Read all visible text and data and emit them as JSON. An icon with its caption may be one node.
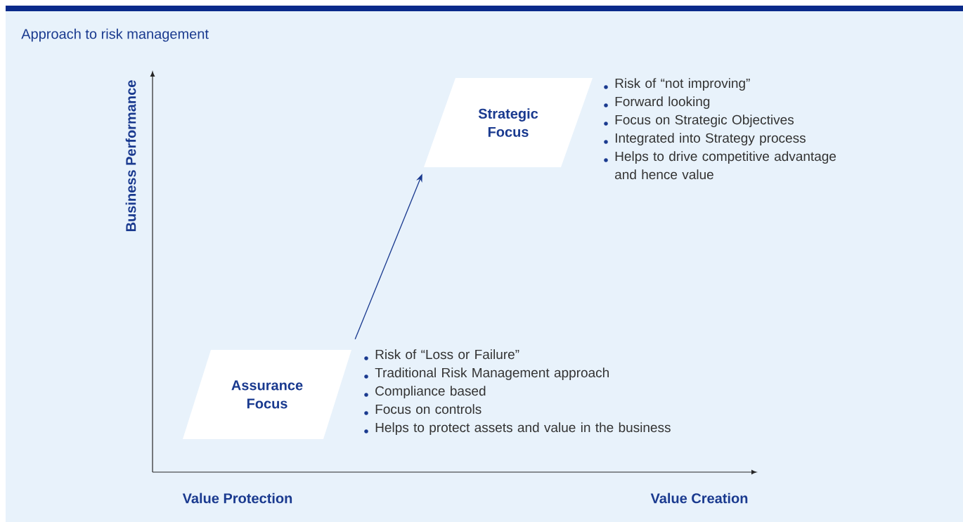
{
  "diagram": {
    "title": "Approach to risk management",
    "nodes": [
      {
        "text": [
          "Assurance Focus"
        ],
        "beside": [
          "Risk of “Loss or Failure”",
          "Traditional Risk Management approach",
          "Compliance based",
          "Focus on controls",
          "Helps to protect assets and value in the business"
        ]
      },
      {
        "text": [
          "Strategic Focus"
        ],
        "beside": [
          "Risk of “not improving”",
          "Forward looking",
          "Focus on Strategic Objectives",
          "Integrated into Strategy process",
          "Helps to drive competitive advantage and hence value"
        ]
      }
    ],
    "edges": [
      {
        "from": 0,
        "to": 1,
        "arrow": "to"
      }
    ],
    "labels": [
      "Business Performance",
      "Value Protection",
      "Value Creation"
    ]
  }
}
